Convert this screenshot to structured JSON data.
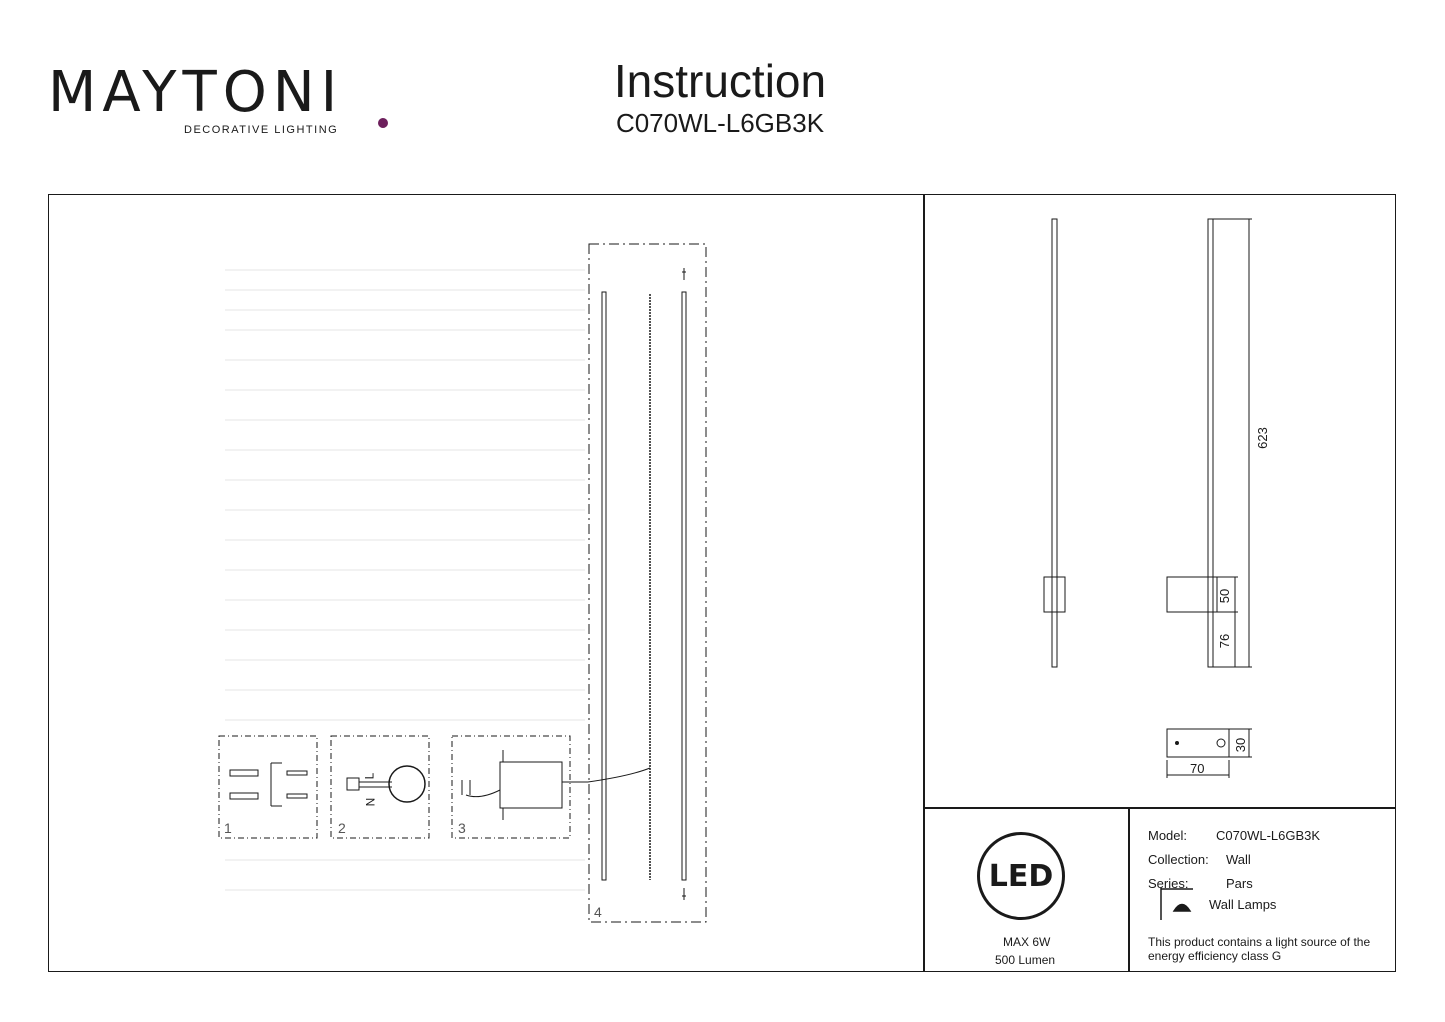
{
  "brand": {
    "logo_text": "MAYTONI",
    "tagline": "DECORATIVE LIGHTING",
    "accent_color": "#6d1f5c"
  },
  "header": {
    "title": "Instruction",
    "model_code": "C070WL-L6GB3K"
  },
  "assembly_steps": [
    "1",
    "2",
    "3",
    "4"
  ],
  "wiring_labels": {
    "live": "L",
    "neutral": "N"
  },
  "dimensions": {
    "height": "623",
    "base_height": "50",
    "lower_offset": "76",
    "depth": "30",
    "width": "70"
  },
  "led_badge": {
    "label": "LED",
    "power": "MAX 6W",
    "luminous_flux": "500 Lumen"
  },
  "specs": {
    "model_label": "Model:",
    "model_value": "C070WL-L6GB3K",
    "collection_label": "Collection:",
    "collection_value": "Wall",
    "series_label": "Series:",
    "series_value": "Pars",
    "type_icon": "wall-lamp-icon",
    "type_value": "Wall Lamps",
    "energy_note_line1": "This product contains a light source of the",
    "energy_note_line2": "energy efficiency class G"
  }
}
